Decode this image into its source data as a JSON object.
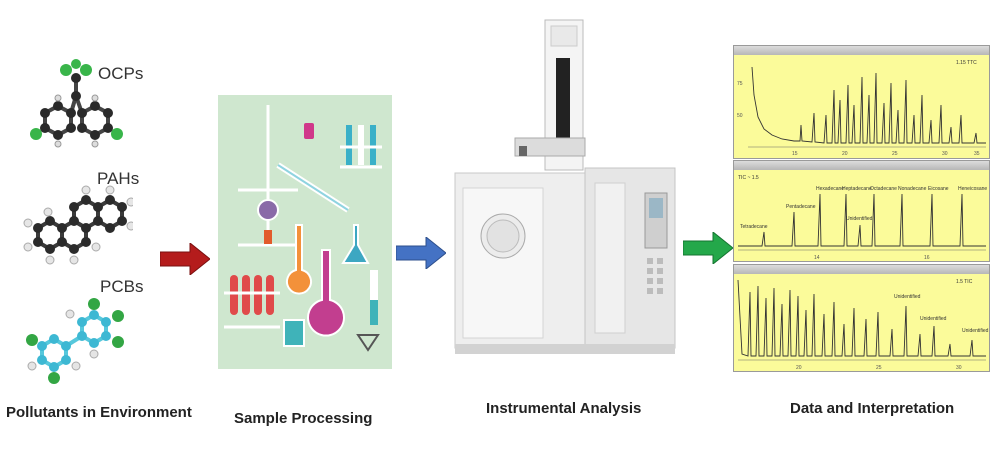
{
  "stages": {
    "pollutants": "Pollutants in Environment",
    "sample": "Sample Processing",
    "instrumental": "Instrumental Analysis",
    "data": "Data and Interpretation"
  },
  "molecules": {
    "ocp": "OCPs",
    "pah": "PAHs",
    "pcb": "PCBs"
  },
  "arrows": {
    "first": "#b41c1c",
    "second": "#4472c4",
    "third": "#24a84a"
  },
  "chromatograms": {
    "panel1": {
      "corner": "1.15 TTC",
      "y_ticks": [
        "75",
        "50"
      ],
      "x_ticks": [
        "15",
        "20",
        "25",
        "30",
        "35"
      ]
    },
    "panel2": {
      "corner": "TIC ~ 1.5",
      "peaks": [
        "Tetradecane",
        "Pentadecane",
        "Hexadecane",
        "Heptadecane",
        "Octadecane",
        "Unidentified",
        "Nonadecane",
        "Eicosane",
        "Heneicosane"
      ],
      "x_ticks": [
        "14",
        "16"
      ]
    },
    "panel3": {
      "corner": "1.5 TIC",
      "peaks": [
        "Unidentified",
        "Unidentified",
        "Unidentified"
      ],
      "x_ticks": [
        "20",
        "25",
        "30"
      ]
    }
  }
}
